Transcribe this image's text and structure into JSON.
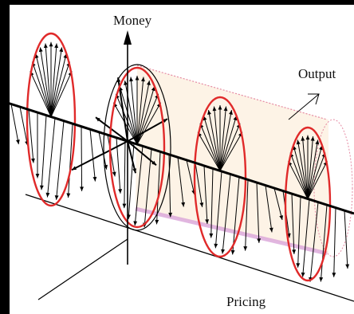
{
  "labels": {
    "money": "Money",
    "output": "Output",
    "pricing": "Pricing"
  },
  "colors": {
    "frame": "#000000",
    "background": "#ffffff",
    "ellipse": "#e02a2a",
    "axis": "#000000",
    "cylinder_fill": "#fdf1e2",
    "cylinder_edge": "#e58aa3",
    "shadow": "#d9a4d8"
  }
}
